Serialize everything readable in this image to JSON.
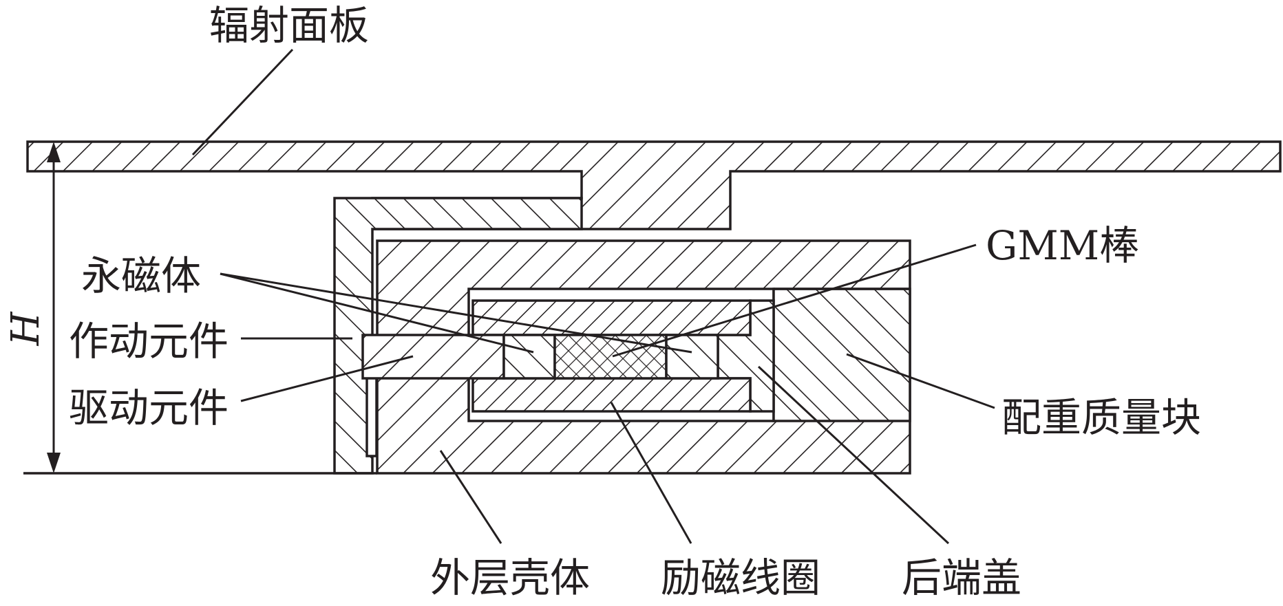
{
  "labels": {
    "radiation_panel": "辐射面板",
    "gmm_rod": "GMM棒",
    "permanent_magnet": "永磁体",
    "actuating_element": "作动元件",
    "driving_element": "驱动元件",
    "counterweight_block": "配重质量块",
    "outer_shell": "外层壳体",
    "excitation_coil": "励磁线圈",
    "rear_end_cover": "后端盖",
    "height_symbol": "H"
  },
  "colors": {
    "ink": "#231f20",
    "background": "#ffffff"
  }
}
